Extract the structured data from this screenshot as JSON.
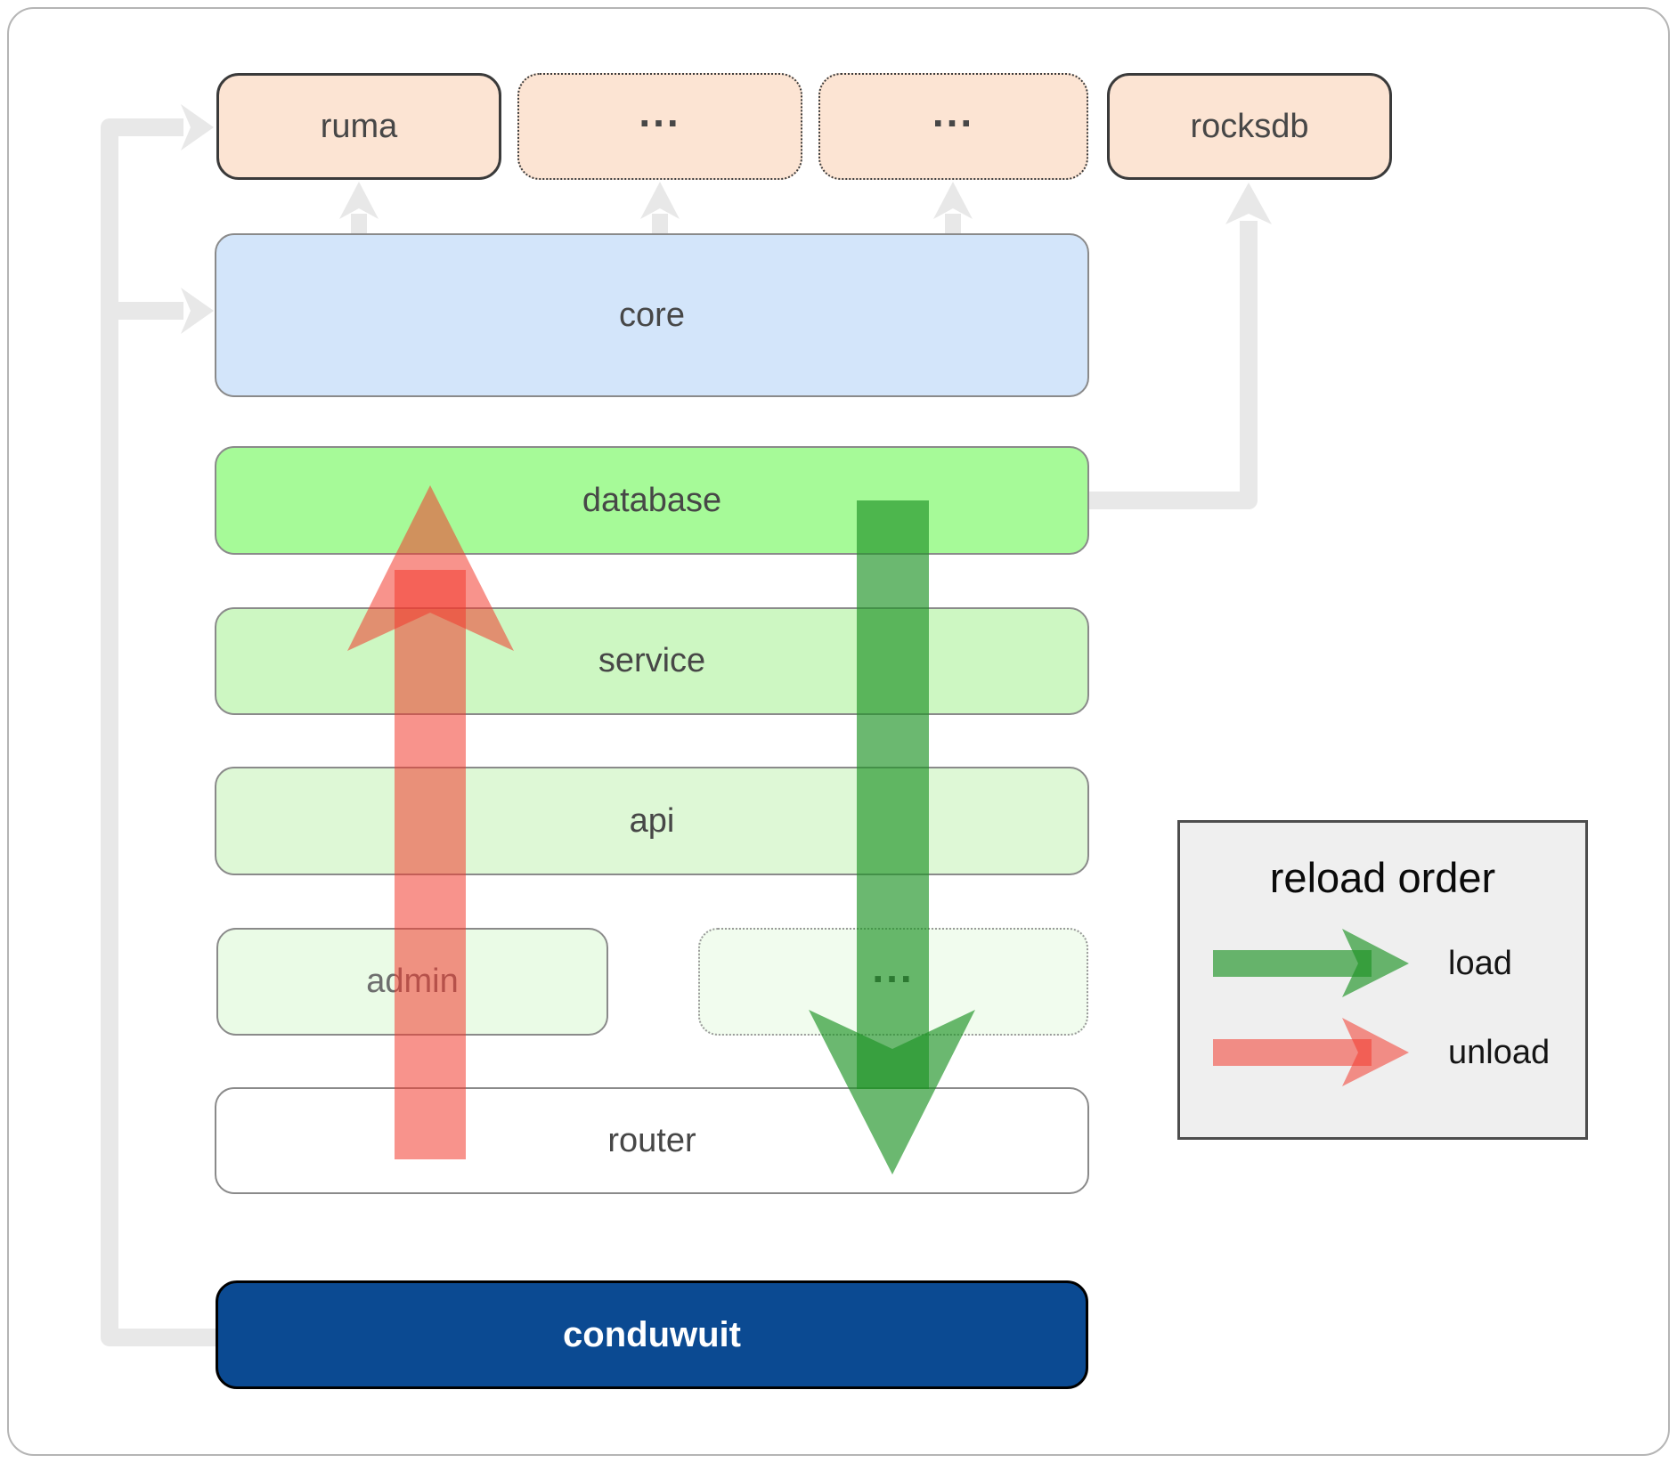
{
  "boxes": {
    "ruma": {
      "label": "ruma"
    },
    "ellipsis_top_1": {
      "label": "..."
    },
    "ellipsis_top_2": {
      "label": "..."
    },
    "rocksdb": {
      "label": "rocksdb"
    },
    "core": {
      "label": "core"
    },
    "database": {
      "label": "database"
    },
    "service": {
      "label": "service"
    },
    "api": {
      "label": "api"
    },
    "admin": {
      "label": "admin"
    },
    "ellipsis_admin": {
      "label": "..."
    },
    "router": {
      "label": "router"
    },
    "conduwuit": {
      "label": "conduwuit"
    }
  },
  "legend": {
    "title": "reload order",
    "items": [
      {
        "label": "load"
      },
      {
        "label": "unload"
      }
    ]
  },
  "colors": {
    "connector": "#e8e8e8",
    "load_arrow": "#1f9326",
    "unload_arrow": "#f23a2e",
    "fills": {
      "ruma": "#fce4d3",
      "ellipsis_top_1": "#fce4d3",
      "ellipsis_top_2": "#fce4d3",
      "rocksdb": "#fce4d3",
      "core": "#d3e5fa",
      "database": "#a6fa98",
      "service": "#cdf7c2",
      "api": "#def8d6",
      "admin": "#eafbe6",
      "ellipsis_admin": "#f1fcee",
      "router": "#ffffff",
      "conduwuit": "#0b4a92",
      "legend": "#efefef"
    }
  }
}
